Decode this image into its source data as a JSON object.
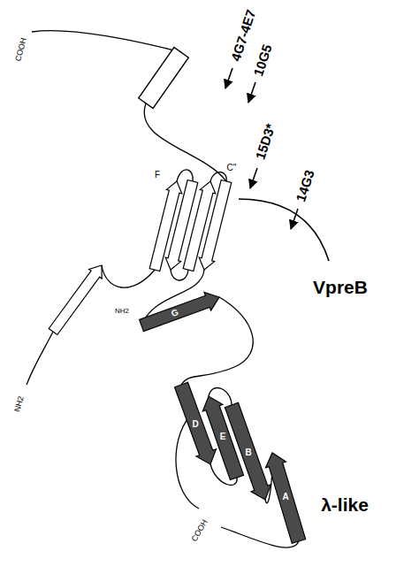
{
  "diagram": {
    "labels": [
      "COOH",
      "4G7-4E7",
      "10G5",
      "15D3*",
      "14G3",
      "F",
      "C''",
      "VpreB",
      "NH2",
      "G",
      "NH2",
      "D",
      "E",
      "B",
      "λ-like",
      "A",
      "COOH"
    ]
  }
}
